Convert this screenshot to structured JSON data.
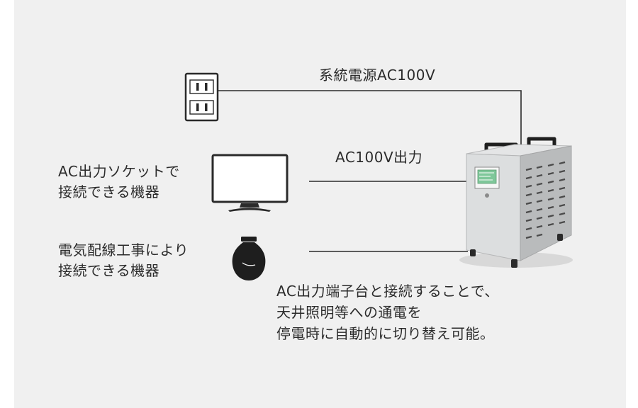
{
  "labels": {
    "grid_power": "系統電源AC100V",
    "ac_output": "AC100V出力",
    "socket_devices": [
      "AC出力ソケットで",
      "接続できる機器"
    ],
    "wired_devices": [
      "電気配線工事により",
      "接続できる機器"
    ],
    "terminal_note": [
      "AC出力端子台と接続することで、",
      "天井照明等への通電を",
      "停電時に自動的に切り替え可能。"
    ]
  },
  "icons": {
    "outlet": "wall-outlet-icon",
    "tv": "television-icon",
    "bulb": "light-bulb-icon",
    "device": "power-unit"
  },
  "colors": {
    "background": "#f0f0f0",
    "line": "#2a2a2a",
    "text": "#2b2b2b",
    "unit_body": "#d9dbdc",
    "screen": "#7fc79a"
  }
}
